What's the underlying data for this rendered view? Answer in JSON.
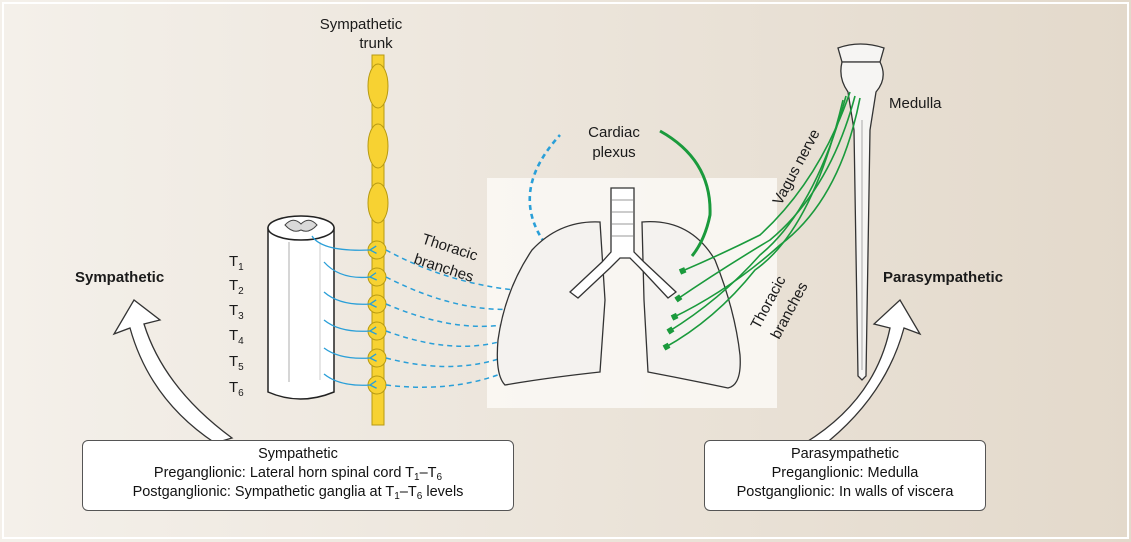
{
  "colors": {
    "background_left": "#f3efe9",
    "background_right": "#e4dacd",
    "sympathetic_trunk": "#f7d232",
    "trunk_outline": "#b79a12",
    "sympathetic_fibers": "#2a9fd8",
    "parasympathetic_fibers": "#1a9a3c",
    "box_border": "#555555"
  },
  "labels": {
    "sympathetic_trunk_line1": "Sympathetic",
    "sympathetic_trunk_line2": "trunk",
    "cardiac_line1": "Cardiac",
    "cardiac_line2": "plexus",
    "medulla": "Medulla",
    "vagus_nerve": "Vagus nerve",
    "thoracic_left_line1": "Thoracic",
    "thoracic_left_line2": "branches",
    "thoracic_right_line1": "Thoracic",
    "thoracic_right_line2": "branches",
    "sympathetic_side": "Sympathetic",
    "parasympathetic_side": "Parasympathetic"
  },
  "segments": [
    {
      "letter": "T",
      "num": "1"
    },
    {
      "letter": "T",
      "num": "2"
    },
    {
      "letter": "T",
      "num": "3"
    },
    {
      "letter": "T",
      "num": "4"
    },
    {
      "letter": "T",
      "num": "5"
    },
    {
      "letter": "T",
      "num": "6"
    }
  ],
  "sympathetic_box": {
    "title": "Sympathetic",
    "pre_prefix": "Preganglionic: Lateral horn spinal cord T",
    "pre_sub1": "1",
    "pre_dash": "–T",
    "pre_sub2": "6",
    "post_prefix": "Postganglionic: Sympathetic ganglia at T",
    "post_sub1": "1",
    "post_dash": "–T",
    "post_sub2": "6",
    "post_suffix": " levels"
  },
  "parasympathetic_box": {
    "title": "Parasympathetic",
    "pre": "Preganglionic: Medulla",
    "post": "Postganglionic: In walls of viscera"
  },
  "icons": [
    "spinal-cord-segment",
    "sympathetic-trunk-ganglia",
    "lungs",
    "trachea",
    "brainstem-medulla",
    "arrow-up-left",
    "arrow-up-right"
  ]
}
